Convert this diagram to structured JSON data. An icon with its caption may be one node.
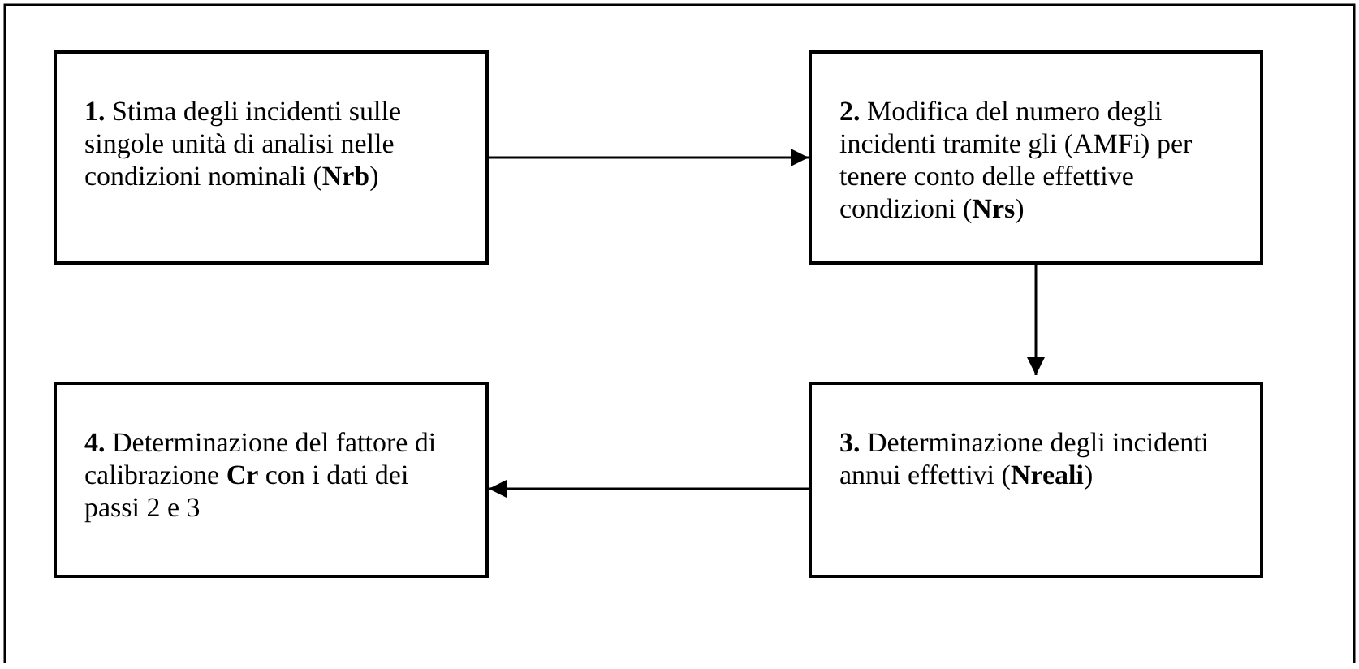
{
  "diagram": {
    "nodes": [
      {
        "text": [
          "**1.** Stima degli incidenti sulle singole unità di analisi nelle condizioni nominali (**Nrb**)"
        ]
      },
      {
        "text": [
          "**2.** Modifica del numero degli incidenti tramite gli  (AMFi) per tenere conto delle effettive condizioni (**Nrs**)"
        ]
      },
      {
        "text": [
          "**3.** Determinazione degli incidenti annui effettivi (**Nreali**)"
        ]
      },
      {
        "text": [
          "**4.** Determinazione del fattore di calibrazione **Cr** con i dati dei passi 2 e 3"
        ]
      }
    ],
    "edges": [
      {
        "from": 0,
        "to": 1,
        "arrow": "to"
      },
      {
        "from": 1,
        "to": 2,
        "arrow": "to"
      },
      {
        "from": 2,
        "to": 3,
        "arrow": "to"
      }
    ]
  }
}
